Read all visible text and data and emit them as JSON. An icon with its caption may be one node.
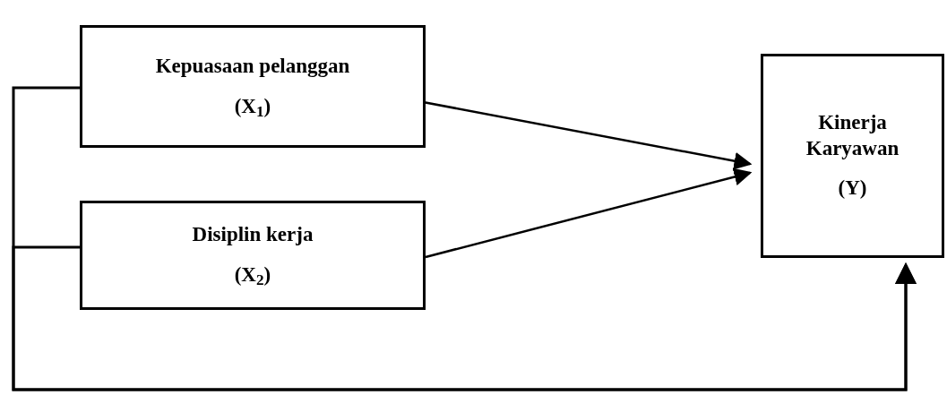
{
  "diagram": {
    "nodes": [
      {
        "text": [
          "Kepuasaan pelanggan",
          "(X$_{1}$)"
        ]
      },
      {
        "text": [
          "Disiplin kerja",
          "(X$_{2}$)"
        ]
      },
      {
        "text": [
          "Kinerja Karyawan",
          "(Y)"
        ]
      }
    ],
    "edges": [
      {
        "from": 0,
        "to": 2,
        "arrow": "to"
      },
      {
        "from": 1,
        "to": 2,
        "arrow": "to"
      },
      {
        "from": 0,
        "to": 2,
        "arrow": "to"
      },
      {
        "from": 1,
        "to": 2,
        "arrow": "to"
      }
    ]
  }
}
